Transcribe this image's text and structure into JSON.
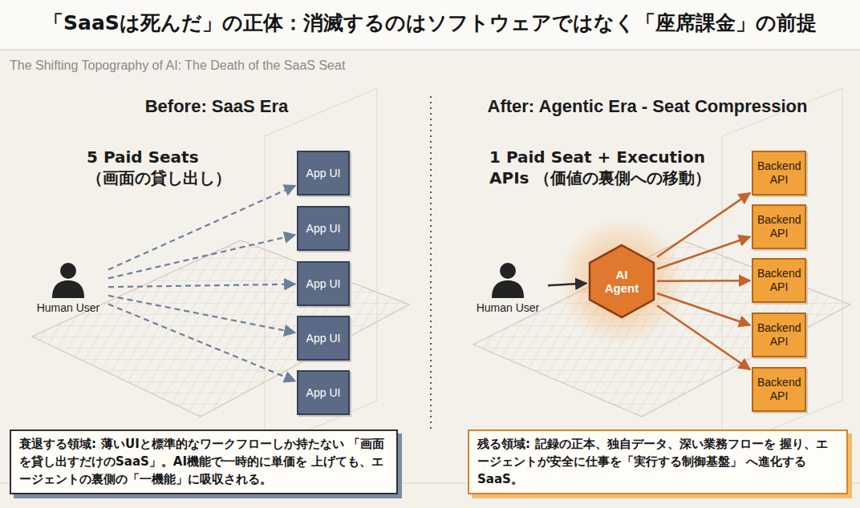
{
  "diagram": {
    "title": "「SaaSは死んだ」の正体：消滅するのはソフトウェアではなく「座席課金」の前提",
    "nodes": [
      {
        "text": [
          "Human User"
        ]
      },
      {
        "text": [
          "App UI"
        ]
      },
      {
        "text": [
          "App UI"
        ]
      },
      {
        "text": [
          "App UI"
        ]
      },
      {
        "text": [
          "App UI"
        ]
      },
      {
        "text": [
          "App UI"
        ]
      },
      {
        "text": [
          "Human User"
        ]
      },
      {
        "text": [
          "AI Agent"
        ]
      },
      {
        "text": [
          "Backend API"
        ]
      },
      {
        "text": [
          "Backend API"
        ]
      },
      {
        "text": [
          "Backend API"
        ]
      },
      {
        "text": [
          "Backend API"
        ]
      },
      {
        "text": [
          "Backend API"
        ]
      },
      {
        "text": [
          "衰退する領域:",
          "薄いUIと標準的なワークフローしか持たない 「画面を貸し出すだけのSaaS」。AI機能で一時的に単価を 上げても、エージェントの裏側の「一機能」に吸収される。"
        ]
      },
      {
        "text": [
          "残る領域:",
          "記録の正本、独自データ、深い業務フローを 握り、エージェントが安全に仕事を「実行する制御基盤」 へ進化するSaaS。"
        ]
      }
    ],
    "edges": [
      {
        "from": 0,
        "to": 1,
        "arrow": "to"
      },
      {
        "from": 0,
        "to": 2,
        "arrow": "to"
      },
      {
        "from": 0,
        "to": 3,
        "arrow": "to"
      },
      {
        "from": 0,
        "to": 4,
        "arrow": "to"
      },
      {
        "from": 0,
        "to": 5,
        "arrow": "to"
      },
      {
        "from": 6,
        "to": 7,
        "arrow": "to"
      },
      {
        "from": 7,
        "to": 8,
        "arrow": "to"
      },
      {
        "from": 7,
        "to": 9,
        "arrow": "to"
      },
      {
        "from": 7,
        "to": 10,
        "arrow": "to"
      },
      {
        "from": 7,
        "to": 11,
        "arrow": "to"
      },
      {
        "from": 7,
        "to": 12,
        "arrow": "to"
      }
    ],
    "labels": [
      "The Shifting Topography of AI: The Death of the SaaS Seat",
      "Before: SaaS Era",
      "After: Agentic Era - Seat Compression",
      "5 Paid Seats （画面の貸し出し）",
      "1 Paid Seat + Execution APIs （価値の裏側への移動）"
    ]
  }
}
